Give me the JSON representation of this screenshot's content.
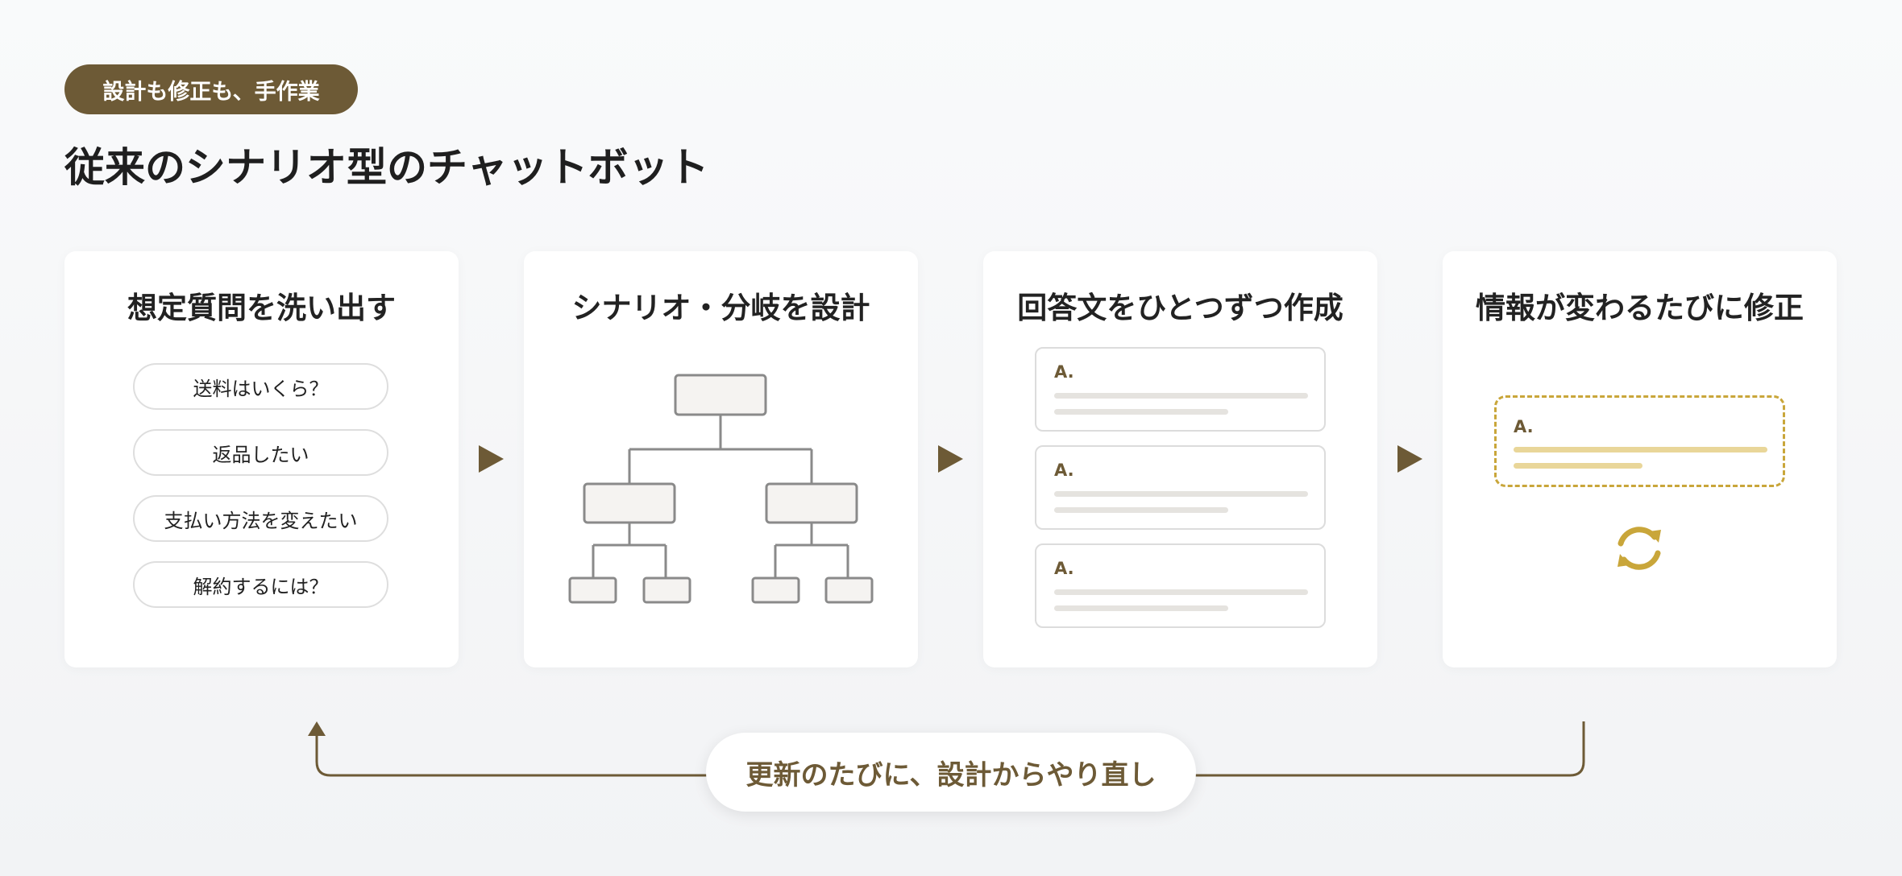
{
  "badge": "設計も修正も、手作業",
  "title": "従来のシナリオ型のチャットボット",
  "colors": {
    "accent": "#6d5a36",
    "highlight": "#c9a63a",
    "card_bg": "#ffffff"
  },
  "steps": [
    {
      "title": "想定質問を洗い出す",
      "questions": [
        "送料はいくら？",
        "返品したい",
        "支払い方法を変えたい",
        "解約するには？"
      ]
    },
    {
      "title": "シナリオ・分岐を設計",
      "icon": "tree-diagram-icon"
    },
    {
      "title": "回答文をひとつずつ作成",
      "answer_label": "A."
    },
    {
      "title": "情報が変わるたびに修正",
      "answer_label": "A.",
      "icon": "refresh-icon"
    }
  ],
  "arrow_icon": "play-triangle-icon",
  "loop_label": "更新のたびに、設計からやり直し"
}
